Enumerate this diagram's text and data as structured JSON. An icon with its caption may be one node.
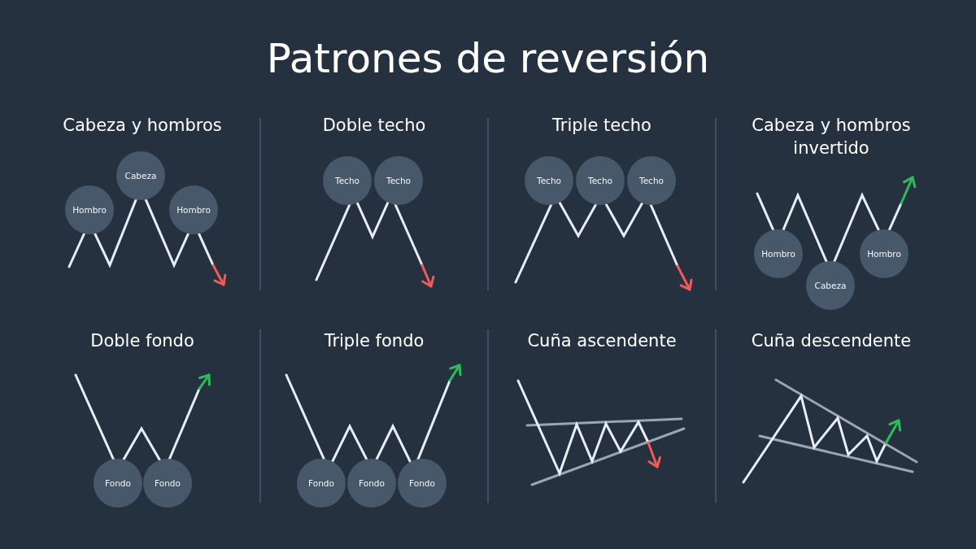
{
  "diagram": {
    "title": "Patrones de reversión",
    "nodes": [
      {
        "text": [
          "Hombro"
        ]
      },
      {
        "text": [
          "Cabeza"
        ]
      },
      {
        "text": [
          "Hombro"
        ]
      },
      {
        "text": [
          "Techo"
        ]
      },
      {
        "text": [
          "Techo"
        ]
      },
      {
        "text": [
          "Techo"
        ]
      },
      {
        "text": [
          "Techo"
        ]
      },
      {
        "text": [
          "Techo"
        ]
      },
      {
        "text": [
          "Hombro"
        ]
      },
      {
        "text": [
          "Cabeza"
        ]
      },
      {
        "text": [
          "Hombro"
        ]
      },
      {
        "text": [
          "Fondo"
        ]
      },
      {
        "text": [
          "Fondo"
        ]
      },
      {
        "text": [
          "Fondo"
        ]
      },
      {
        "text": [
          "Fondo"
        ]
      },
      {
        "text": [
          "Fondo"
        ]
      }
    ],
    "labels": [
      "Cabeza y hombros",
      "Doble techo",
      "Triple techo",
      "Cabeza y hombros invertido",
      "Doble fondo",
      "Triple fondo",
      "Cuña ascendente",
      "Cuña descendente"
    ]
  }
}
